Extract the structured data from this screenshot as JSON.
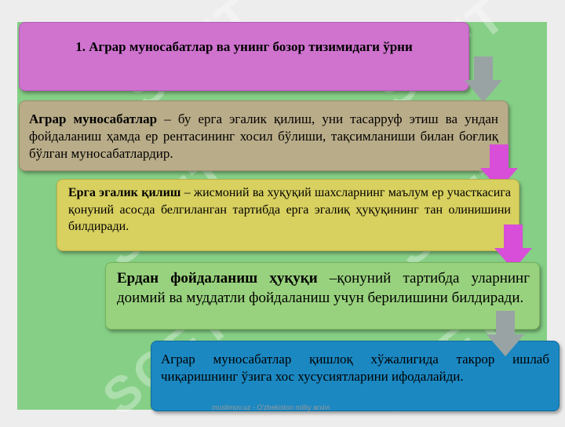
{
  "watermark_text": "SOFT",
  "title": "1. Аграр муносабатлар ва унинг бозор тизимидаги ўрни",
  "box1": {
    "term": "Аграр муносабатлар",
    "text": " – бу ерга эгалик қилиш, уни тасарруф этиш ва ундан фойдаланиш ҳамда ер рентасининг хосил бўлиши, тақсимланиши билан боғлиқ бўлган муносабатлардир."
  },
  "box2": {
    "term": "Ерга эгалик қилиш",
    "text": " – жисмоний ва хуқуқий шахсларнинг маълум ер участкасига қонуний асосда белгиланган тартибда ерга эгалиқ ҳуқуқининг тан олинишини билдиради."
  },
  "box3": {
    "term": "Ердан фойдаланиш ҳуқуқи",
    "text": " –қонуний тартибда уларнинг доимий ва муддатли фойдаланиш учун берилишини билдиради."
  },
  "box4": {
    "text": "Аграр муносабатлар қишлоқ хўжалигида такрор ишлаб чиқаришнинг ўзига хос хусусиятларини ифодалайди."
  },
  "footer": "muslimov.uz - O'zbekiston milliy arxivi",
  "colors": {
    "title": "#cf73cf",
    "box1": "#b9ac88",
    "box2": "#d8d05f",
    "box3": "#99d27e",
    "box4": "#1b88c2",
    "arrow_gray": "#9aa3a4",
    "arrow_pink": "#d84ed8"
  }
}
